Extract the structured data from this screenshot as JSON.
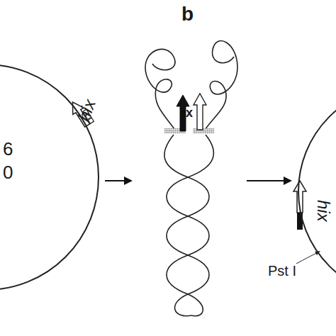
{
  "diagram": {
    "nodes": [
      {
        "text": [
          "hix",
          "6",
          "0"
        ]
      },
      {
        "text": [
          "x"
        ]
      },
      {
        "text": [
          "hix",
          "Pst I"
        ]
      }
    ],
    "edges": [
      {
        "from": 0,
        "to": 1,
        "arrow": "to"
      },
      {
        "from": 1,
        "to": 2,
        "arrow": "to"
      }
    ],
    "labels": [
      "b"
    ]
  }
}
